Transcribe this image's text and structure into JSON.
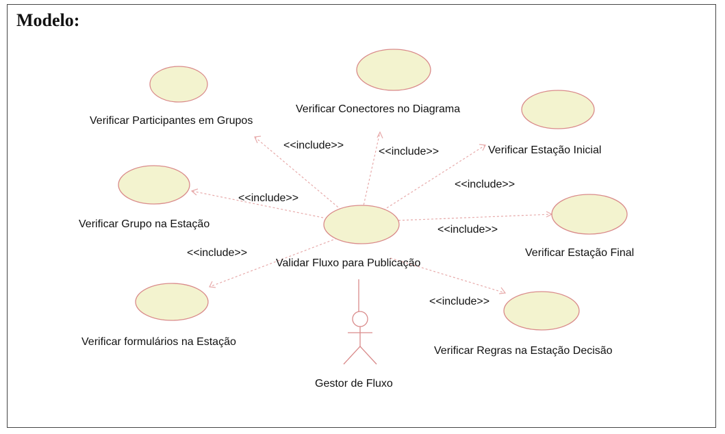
{
  "title": "Modelo:",
  "colors": {
    "usecase_fill": "#f3f3cf",
    "usecase_stroke": "#d98a8a",
    "relation_stroke": "#e7a9a9",
    "frame": "#444444"
  },
  "actor": {
    "label": "Gestor de Fluxo"
  },
  "central_use_case": {
    "label": "Validar Fluxo para Publicação"
  },
  "use_cases": [
    {
      "id": "participantes",
      "label": "Verificar Participantes em Grupos"
    },
    {
      "id": "conectores",
      "label": "Verificar Conectores no Diagrama"
    },
    {
      "id": "inicial",
      "label": "Verificar Estação Inicial"
    },
    {
      "id": "grupo",
      "label": "Verificar Grupo na Estação"
    },
    {
      "id": "final",
      "label": "Verificar Estação Final"
    },
    {
      "id": "formularios",
      "label": "Verificar formulários na Estação"
    },
    {
      "id": "regras",
      "label": "Verificar Regras na Estação Decisão"
    }
  ],
  "relations": [
    {
      "target": "participantes",
      "label": "<<include>>"
    },
    {
      "target": "conectores",
      "label": "<<include>>"
    },
    {
      "target": "inicial",
      "label": "<<include>>"
    },
    {
      "target": "grupo",
      "label": "<<include>>"
    },
    {
      "target": "final",
      "label": "<<include>>"
    },
    {
      "target": "formularios",
      "label": "<<include>>"
    },
    {
      "target": "regras",
      "label": "<<include>>"
    }
  ]
}
